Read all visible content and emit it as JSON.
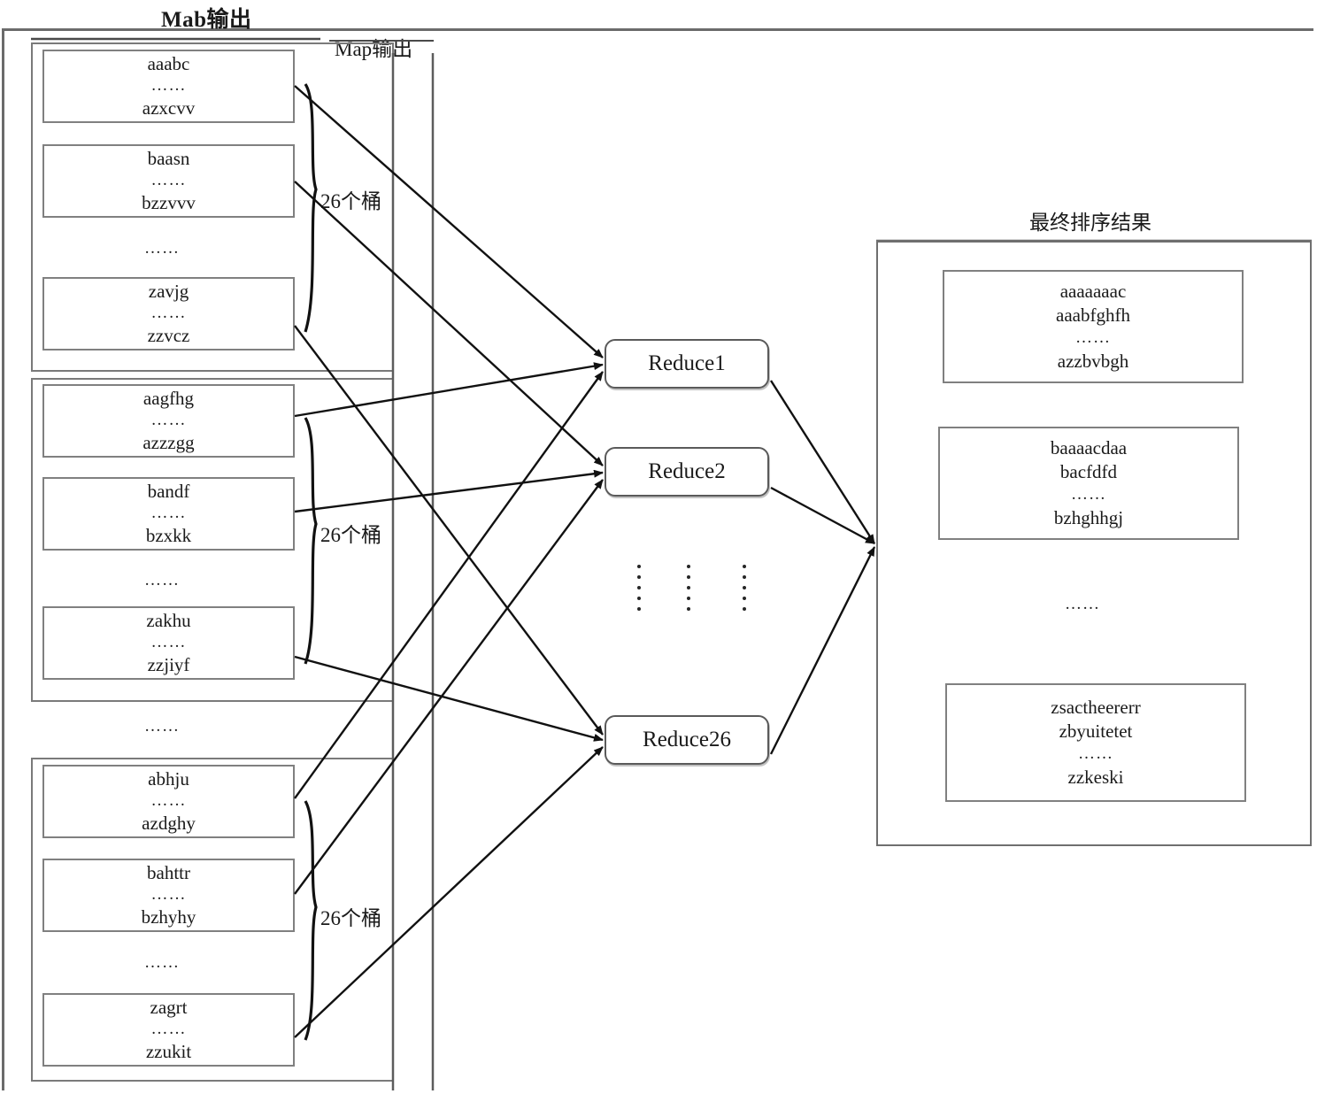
{
  "titles": {
    "map_output_left": "Mab输出",
    "map_output": "Map输出",
    "final_result": "最终排序结果"
  },
  "ellipsis": "……",
  "map_output": {
    "groups": [
      {
        "id": "group-1",
        "brace_label": "26个桶",
        "separator": "……",
        "buckets": [
          {
            "id": "bucket-a",
            "first": "aaabc",
            "dots": "……",
            "last": "azxcvv"
          },
          {
            "id": "bucket-b",
            "first": "baasn",
            "dots": "……",
            "last": "bzzvvv"
          },
          {
            "id": "bucket-z",
            "first": "zavjg",
            "dots": "……",
            "last": "zzvcz"
          }
        ]
      },
      {
        "id": "group-2",
        "brace_label": "26个桶",
        "separator": "……",
        "buckets": [
          {
            "id": "bucket-a",
            "first": "aagfhg",
            "dots": "……",
            "last": "azzzgg"
          },
          {
            "id": "bucket-b",
            "first": "bandf",
            "dots": "……",
            "last": "bzxkk"
          },
          {
            "id": "bucket-z",
            "first": "zakhu",
            "dots": "……",
            "last": "zzjiyf"
          }
        ]
      },
      {
        "id": "group-3",
        "brace_label": "26个桶",
        "separator": "……",
        "buckets": [
          {
            "id": "bucket-a",
            "first": "abhju",
            "dots": "……",
            "last": "azdghy"
          },
          {
            "id": "bucket-b",
            "first": "bahttr",
            "dots": "……",
            "last": "bzhyhy"
          },
          {
            "id": "bucket-z",
            "first": "zagrt",
            "dots": "……",
            "last": "zzukit"
          }
        ]
      }
    ],
    "group_gap_ellipsis": "……"
  },
  "reducers": [
    {
      "id": "reduce-1",
      "label": "Reduce1"
    },
    {
      "id": "reduce-2",
      "label": "Reduce2"
    },
    {
      "id": "reduce-26",
      "label": "Reduce26"
    }
  ],
  "reducer_gap_dots_columns": 3,
  "final_result": {
    "separator": "……",
    "boxes": [
      {
        "id": "result-a",
        "lines": [
          "aaaaaaac",
          "aaabfghfh"
        ],
        "dots": "……",
        "last": "azzbvbgh"
      },
      {
        "id": "result-b",
        "lines": [
          "baaaacdaa",
          "bacfdfd"
        ],
        "dots": "……",
        "last": "bzhghhgj"
      },
      {
        "id": "result-z",
        "lines": [
          "zsactheererr",
          "zbyuitetet"
        ],
        "dots": "……",
        "last": "zzkeski"
      }
    ]
  },
  "colors": {
    "line": "#1f1f1f",
    "box_border": "#808080",
    "frame_border": "#6b6b6b",
    "background": "#ffffff"
  }
}
